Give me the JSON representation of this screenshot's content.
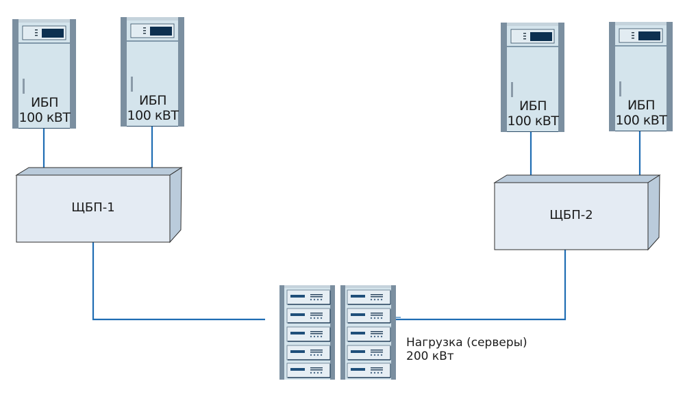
{
  "title": "Схема электропитания: ИБП → ЩБП → нагрузка",
  "colors": {
    "wire": "#1f6db3",
    "cabinet_body": "#d4e4ec",
    "cabinet_side": "#7b8fa0",
    "cabinet_top": "#c5d3dc",
    "display": "#0d3050",
    "panel_front": "#e4ebf3",
    "panel_side": "#bacbdb",
    "outline": "#3a3a3a"
  },
  "ups_units": [
    {
      "id": "ups-1",
      "name": "ИБП",
      "power": "100 кВТ",
      "feeds": "panel-1"
    },
    {
      "id": "ups-2",
      "name": "ИБП",
      "power": "100 кВТ",
      "feeds": "panel-1"
    },
    {
      "id": "ups-3",
      "name": "ИБП",
      "power": "100 кВТ",
      "feeds": "panel-2"
    },
    {
      "id": "ups-4",
      "name": "ИБП",
      "power": "100 кВТ",
      "feeds": "panel-2"
    }
  ],
  "panels": [
    {
      "id": "panel-1",
      "label": "ЩБП-1"
    },
    {
      "id": "panel-2",
      "label": "ЩБП-2"
    }
  ],
  "load": {
    "label_line1": "Нагрузка (серверы)",
    "label_line2": "200 кВт",
    "racks": 2,
    "servers_per_rack": 5
  }
}
